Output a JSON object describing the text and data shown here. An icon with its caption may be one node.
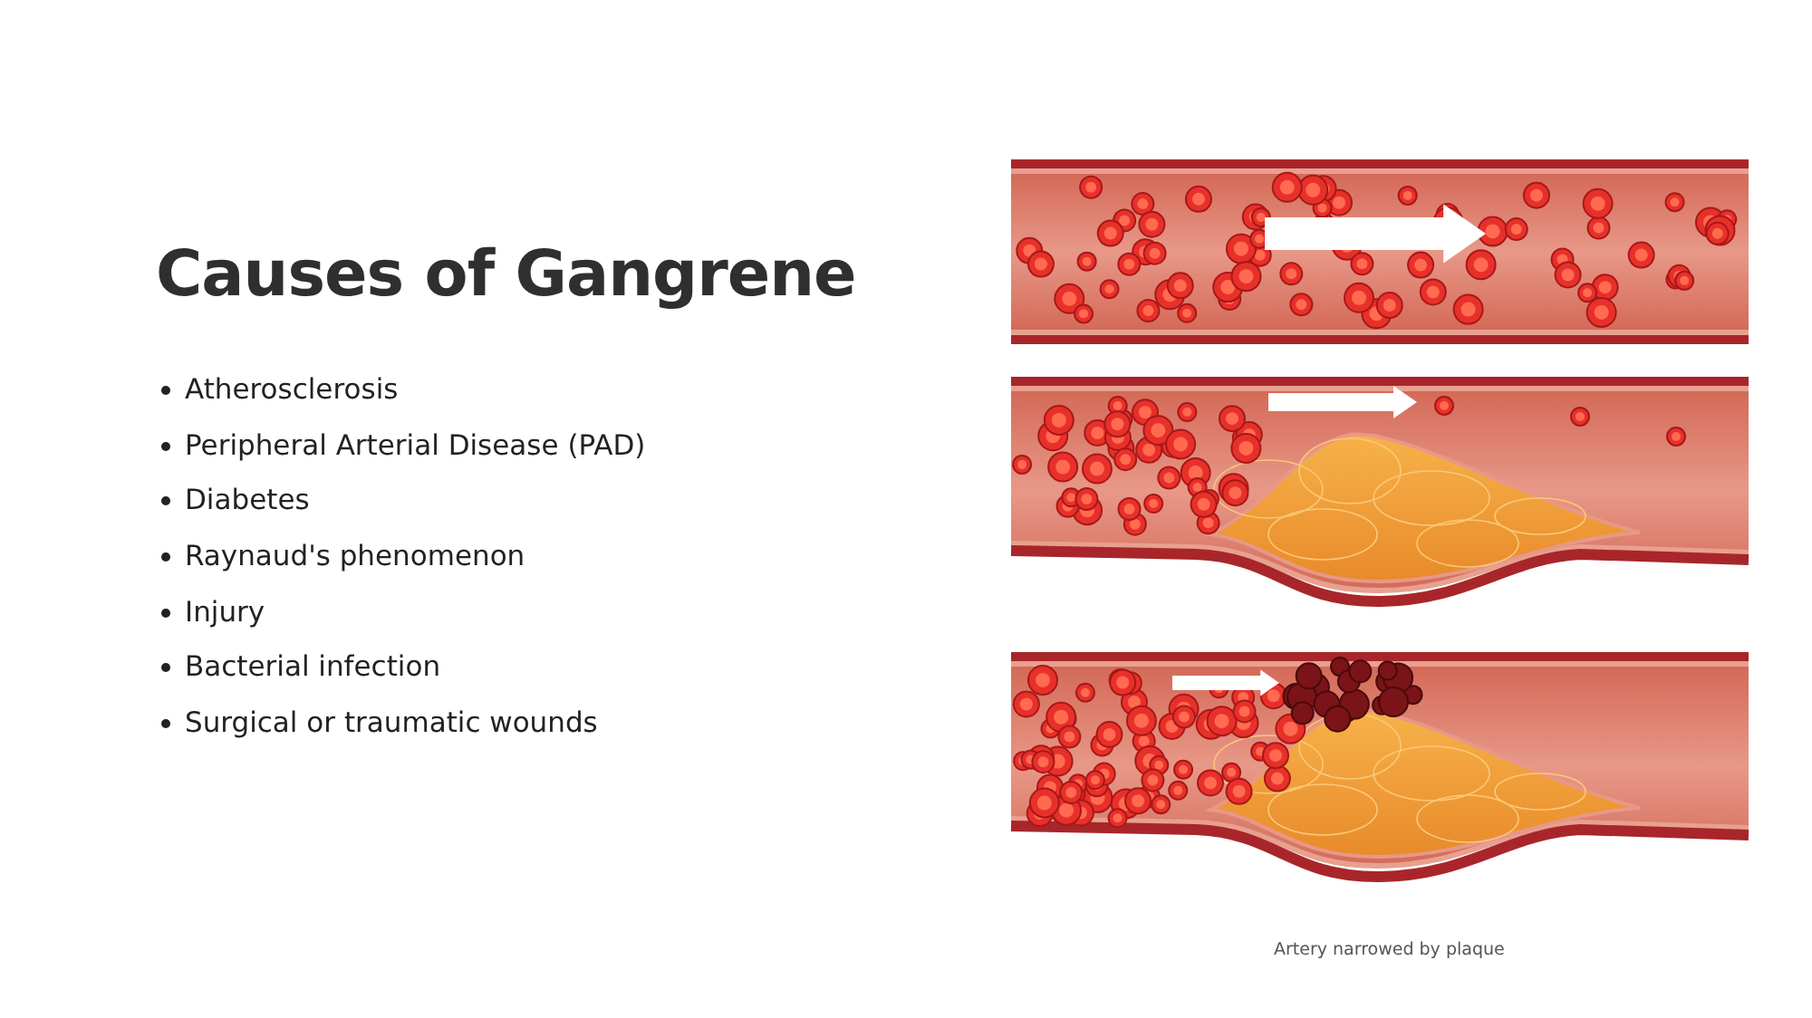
{
  "diagram": {
    "title": "Causes of Gangrene",
    "labels": [
      "Atherosclerosis",
      "Peripheral Arterial Disease (PAD)",
      "Diabetes",
      "Raynaud's phenomenon",
      "Injury",
      "Bacterial infection",
      "Surgical or traumatic wounds",
      "Artery narrowed by plaque"
    ]
  }
}
